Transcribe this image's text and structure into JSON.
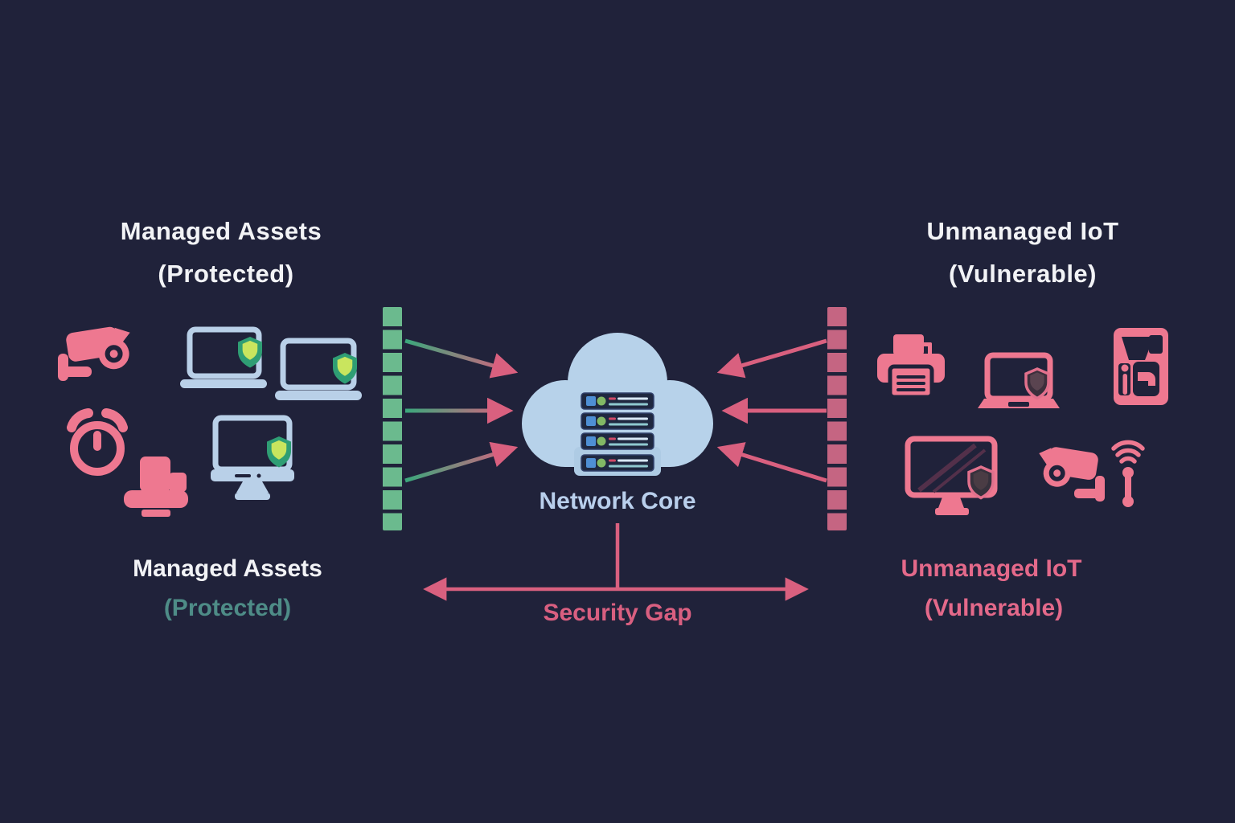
{
  "diagram": {
    "left_zone": {
      "title_line1": "Managed Assets",
      "title_line2": "(Protected)",
      "caption_line1": "Managed Assets",
      "caption_line2": "(Protected)",
      "devices": [
        "cctv-camera",
        "laptop-with-shield",
        "laptop-with-shield",
        "alarm-clock",
        "printer",
        "desktop-with-shield"
      ]
    },
    "right_zone": {
      "title_line1": "Unmanaged IoT",
      "title_line2": "(Vulnerable)",
      "caption_line1": "Unmanaged IoT",
      "caption_line2": "(Vulnerable)",
      "devices": [
        "printer",
        "laptop-with-shield",
        "coffee-maker",
        "desktop-with-shield",
        "cctv-camera",
        "wifi-antenna"
      ]
    },
    "center": {
      "core_label": "Network Core",
      "gap_label": "Security Gap"
    },
    "colors": {
      "background": "#20223a",
      "title_text": "#f2f3f6",
      "protected_accent": "#4e8c87",
      "vulnerable_accent": "#e4698a",
      "security_gap_pink": "#d95f80",
      "firewall_bar_green": "#6bba8e",
      "exposure_bar_pink": "#c56582",
      "arrow_pink": "#d9607f",
      "arrow_green": "#3aa87c",
      "cloud_blue": "#b7d2ea",
      "managed_icon_blue": "#b9d0e8",
      "iot_icon_pink": "#ee7890",
      "shield_green": "#2f9e74",
      "shield_green_inner": "#c9e55e"
    }
  }
}
